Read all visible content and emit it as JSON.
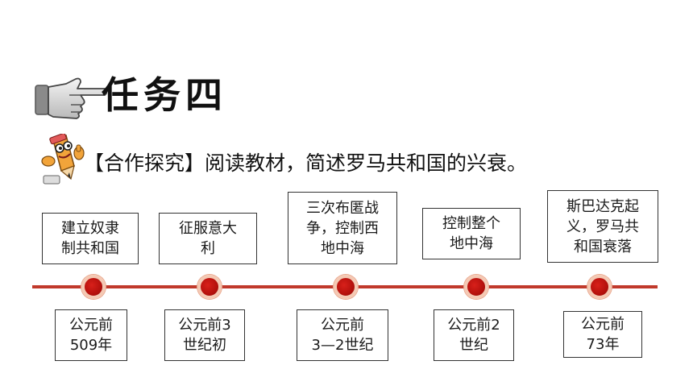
{
  "slide": {
    "title": "任务四",
    "subtitle": "【合作探究】阅读教材，简述罗马共和国的兴衰。",
    "events": [
      {
        "event": "建立奴隶\n制共和国",
        "date": "公元前\n509年"
      },
      {
        "event": "征服意大\n利",
        "date": "公元前3\n世纪初"
      },
      {
        "event": "三次布匿战\n争，控制西\n地中海",
        "date": "公元前\n3—2世纪"
      },
      {
        "event": "控制整个\n地中海",
        "date": "公元前2\n世纪"
      },
      {
        "event": "斯巴达克起\n义，罗马共\n和国衰落",
        "date": "公元前\n73年"
      }
    ]
  },
  "colors": {
    "timeline": "#c0392b",
    "dot": "#b5110d",
    "dot_ring": "#f4c9b4",
    "pencil": "#f2a43a"
  },
  "icons": {
    "pointer": "pointing-hand-icon",
    "mascot": "pencil-mascot-icon"
  }
}
